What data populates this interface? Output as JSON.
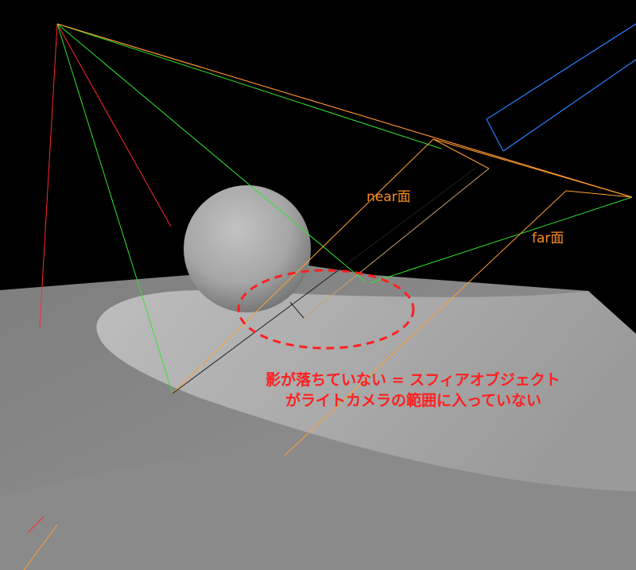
{
  "labels": {
    "near_plane": "near面",
    "far_plane": "far面"
  },
  "annotation": {
    "line1": "影が落ちていない = スフィアオブジェクト",
    "line2": "がライトカメラの範囲に入っていない"
  },
  "colors": {
    "background": "#000000",
    "plane": "#8e8e8e",
    "sphere": "#b5b5b5",
    "label": "#ff8c1a",
    "annotation": "#ff2020",
    "frustum_red": "#ff2a2a",
    "frustum_green": "#33e233",
    "frustum_orange": "#ffa030",
    "camera_blue": "#2a7fff"
  }
}
